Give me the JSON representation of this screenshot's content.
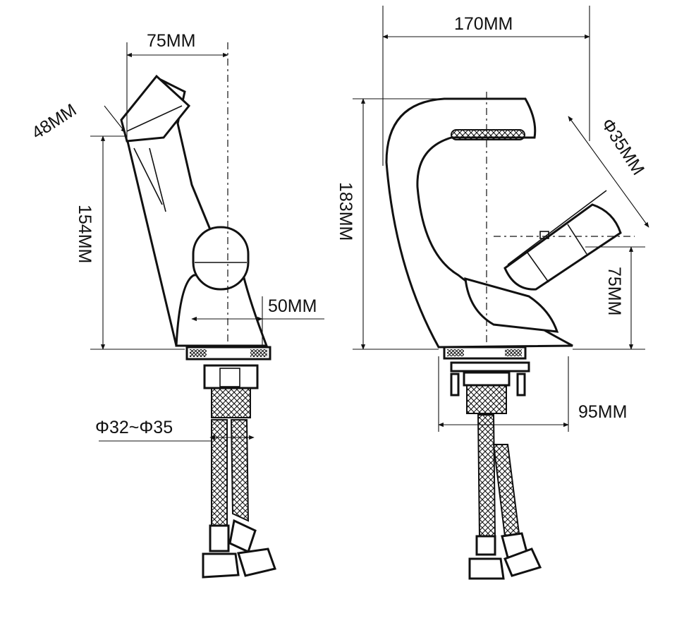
{
  "dimensions": {
    "side_top_width": "75MM",
    "side_spout_diameter": "48MM",
    "side_height": "154MM",
    "side_handle": "50MM",
    "side_hole": "Φ32~Φ35",
    "front_width": "170MM",
    "front_height": "183MM",
    "front_handle_diameter": "Φ35MM",
    "front_handle_height": "75MM",
    "front_base": "95MM"
  },
  "colors": {
    "line": "#111111",
    "background": "#ffffff"
  }
}
